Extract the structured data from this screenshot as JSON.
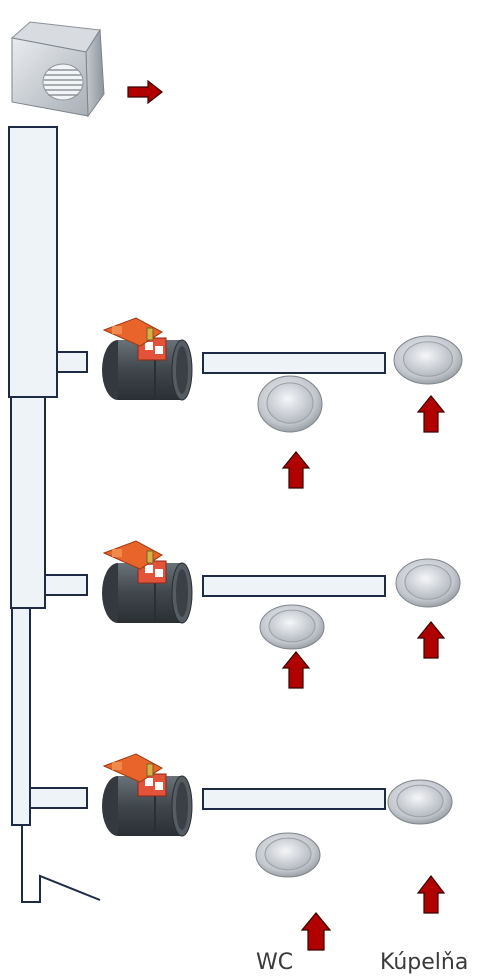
{
  "labels": {
    "wc": "WC",
    "bathroom": "Kúpelňa"
  },
  "floors": [
    {
      "name": "floor-upper"
    },
    {
      "name": "floor-middle"
    },
    {
      "name": "floor-lower"
    }
  ],
  "colors": {
    "duct_fill": "#eef3f8",
    "duct_stroke": "#1f2a44",
    "arrow": "#b00000",
    "valve_body": "#4a5258",
    "actuator": "#e8642a",
    "vent": "#c9ccd1"
  },
  "icons": {
    "roof_hood": "roof-vent-hood-icon",
    "damper": "motorized-damper-icon",
    "grille": "ceiling-diffuser-icon",
    "flow_arrow": "airflow-arrow-icon"
  }
}
